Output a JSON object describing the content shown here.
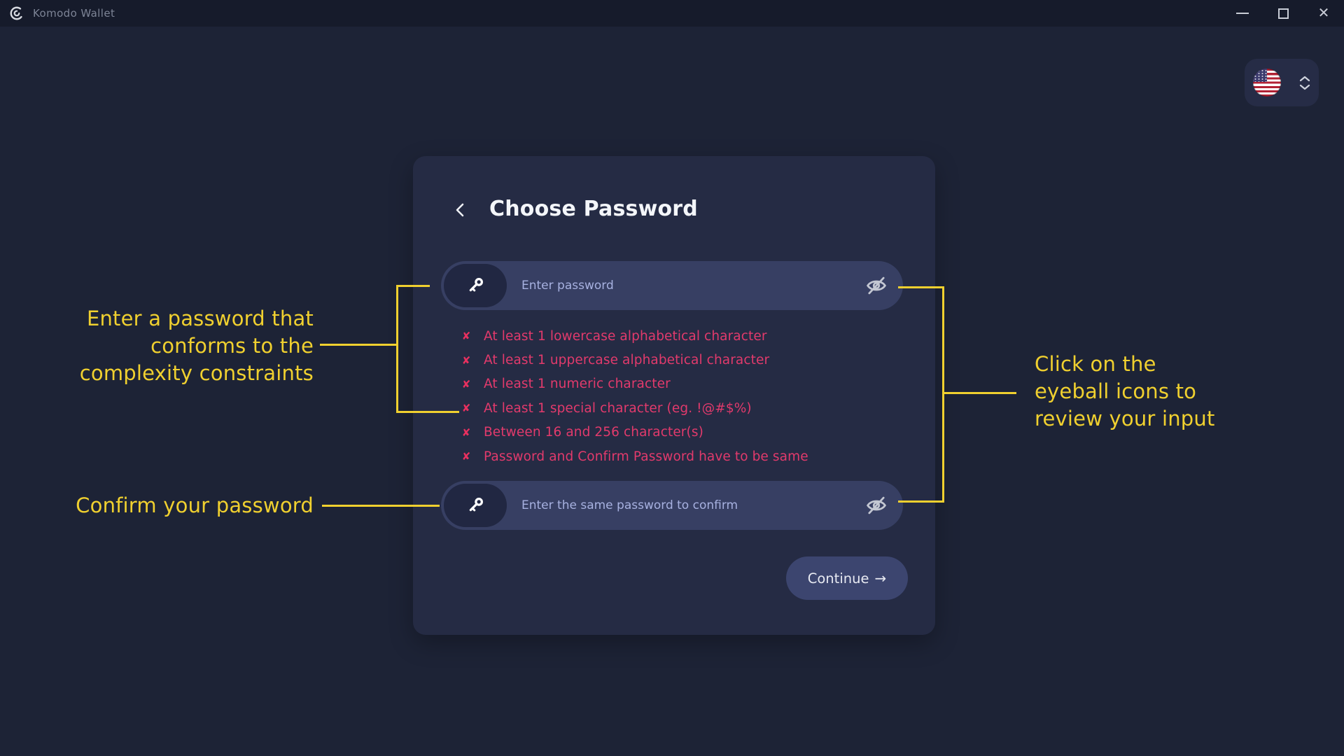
{
  "window": {
    "title": "Komodo Wallet"
  },
  "titlebar_icons": {
    "close": "✕"
  },
  "language_selector": {
    "selected": "US English flag"
  },
  "dialog": {
    "title": "Choose Password",
    "password_field": {
      "placeholder": "Enter password"
    },
    "confirm_field": {
      "placeholder": "Enter the same password to confirm"
    },
    "requirement_fail_icon": "✘",
    "requirements": [
      "At least 1 lowercase alphabetical character",
      "At least 1 uppercase alphabetical character",
      "At least 1 numeric character",
      "At least 1 special character (eg. !@#$%)",
      "Between 16 and 256 character(s)",
      "Password and Confirm Password have to be same"
    ],
    "continue_label": "Continue",
    "continue_arrow": "→"
  },
  "annotations": {
    "left_top": "Enter a password that\nconforms to the\ncomplexity constraints",
    "left_bottom": "Confirm your password",
    "right": "Click on the\neyeball icons to\nreview your input"
  },
  "colors": {
    "page_bg": "#1d2336",
    "titlebar_bg": "#161b2b",
    "card_bg": "#252b44",
    "field_bg": "#373f63",
    "keypill_bg": "#212742",
    "button_bg": "#3c456f",
    "accent_yellow": "#f0d02f",
    "error_pink": "#e8305f",
    "error_pink_text": "#e23a6c"
  }
}
